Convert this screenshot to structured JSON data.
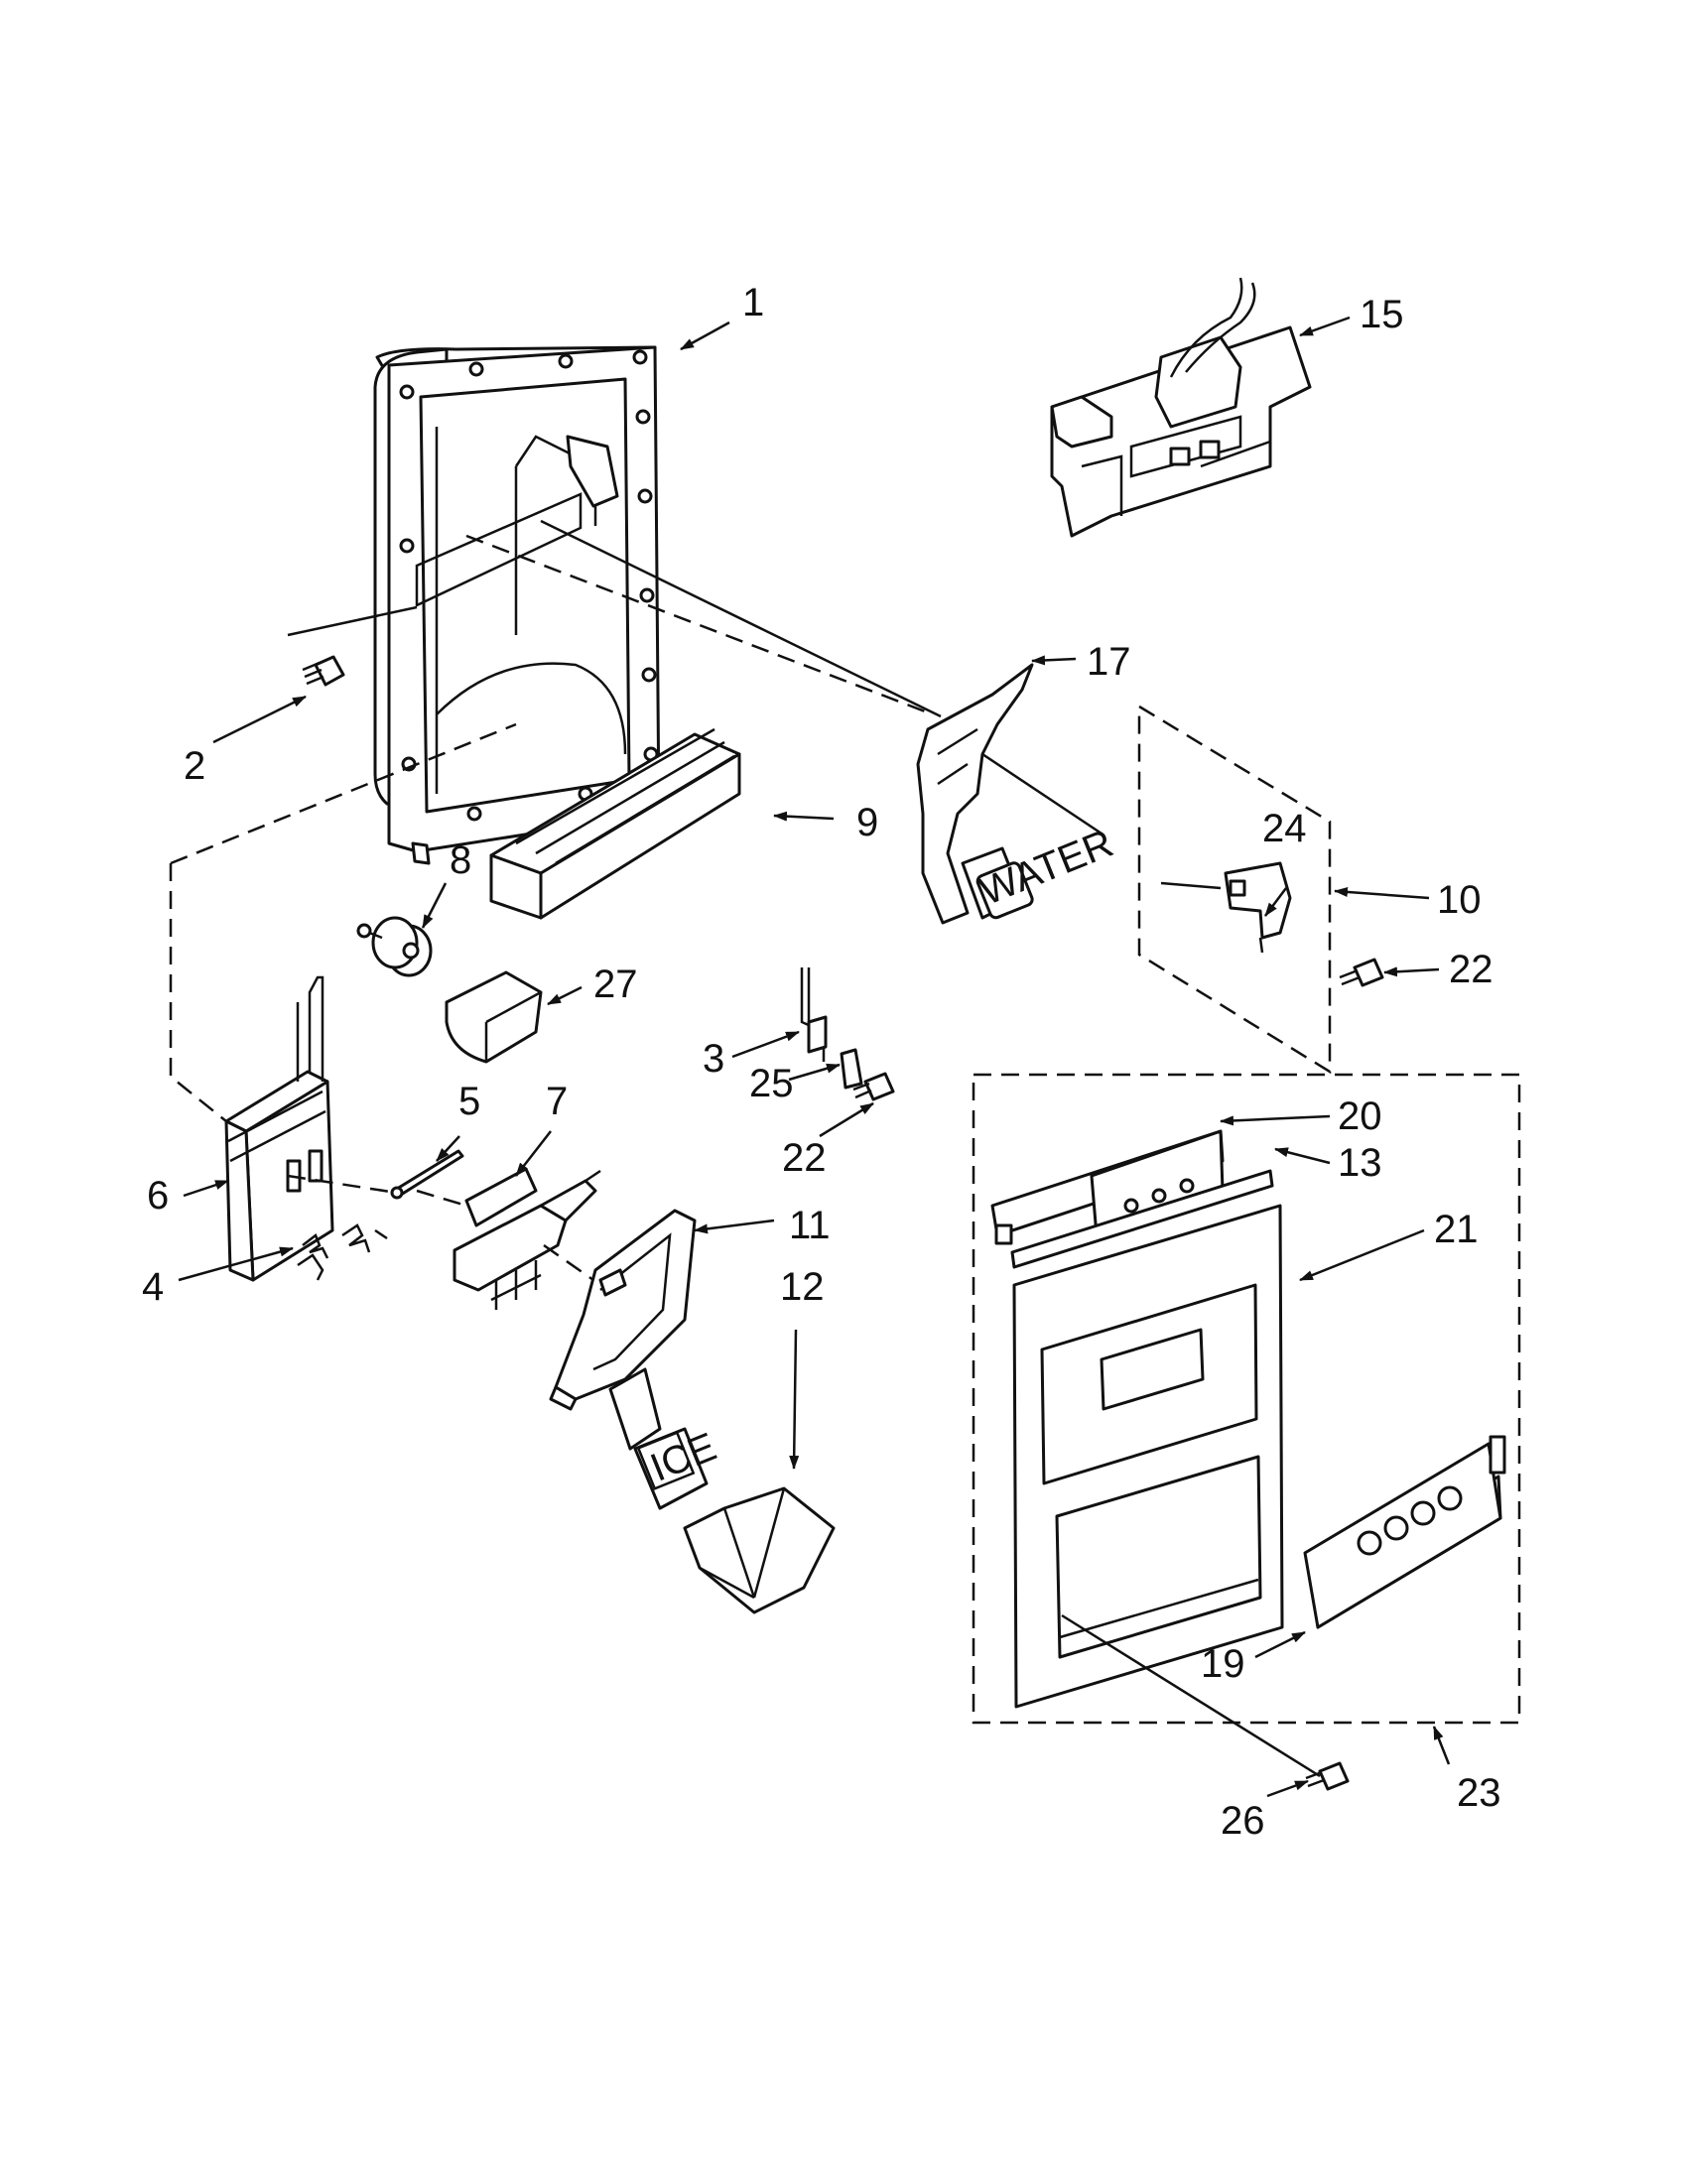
{
  "diagram": {
    "callouts": [
      {
        "id": "1",
        "text": "1"
      },
      {
        "id": "2",
        "text": "2"
      },
      {
        "id": "3",
        "text": "3"
      },
      {
        "id": "4",
        "text": "4"
      },
      {
        "id": "5",
        "text": "5"
      },
      {
        "id": "6",
        "text": "6"
      },
      {
        "id": "7",
        "text": "7"
      },
      {
        "id": "8",
        "text": "8"
      },
      {
        "id": "9",
        "text": "9"
      },
      {
        "id": "10",
        "text": "10"
      },
      {
        "id": "11",
        "text": "11"
      },
      {
        "id": "12",
        "text": "12"
      },
      {
        "id": "13",
        "text": "13"
      },
      {
        "id": "15",
        "text": "15"
      },
      {
        "id": "17",
        "text": "17"
      },
      {
        "id": "19",
        "text": "19"
      },
      {
        "id": "20",
        "text": "20"
      },
      {
        "id": "21",
        "text": "21"
      },
      {
        "id": "22a",
        "text": "22"
      },
      {
        "id": "22b",
        "text": "22"
      },
      {
        "id": "23",
        "text": "23"
      },
      {
        "id": "24",
        "text": "24"
      },
      {
        "id": "25",
        "text": "25"
      },
      {
        "id": "26",
        "text": "26"
      },
      {
        "id": "27",
        "text": "27"
      }
    ],
    "pad_labels": {
      "water": "WATER",
      "ice": "ICE"
    }
  }
}
